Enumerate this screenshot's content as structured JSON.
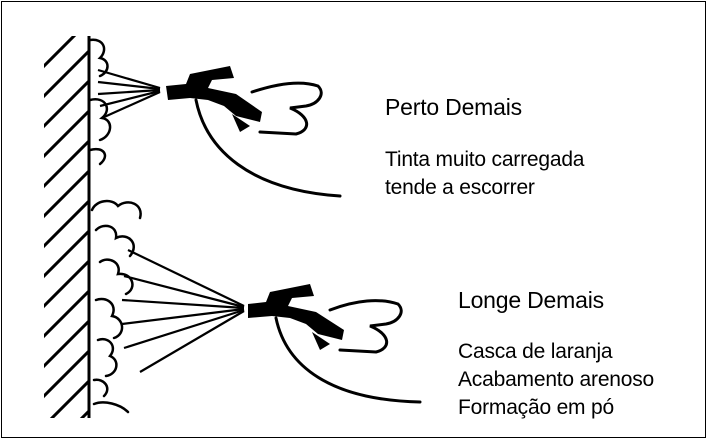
{
  "near": {
    "title": "Perto Demais",
    "lines": [
      "Tinta muito carregada",
      "tende a escorrer"
    ]
  },
  "far": {
    "title": "Longe Demais",
    "lines": [
      "Casca de laranja",
      "Acabamento arenoso",
      "Formação em pó"
    ]
  },
  "colors": {
    "ink": "#000000",
    "background": "#ffffff"
  }
}
